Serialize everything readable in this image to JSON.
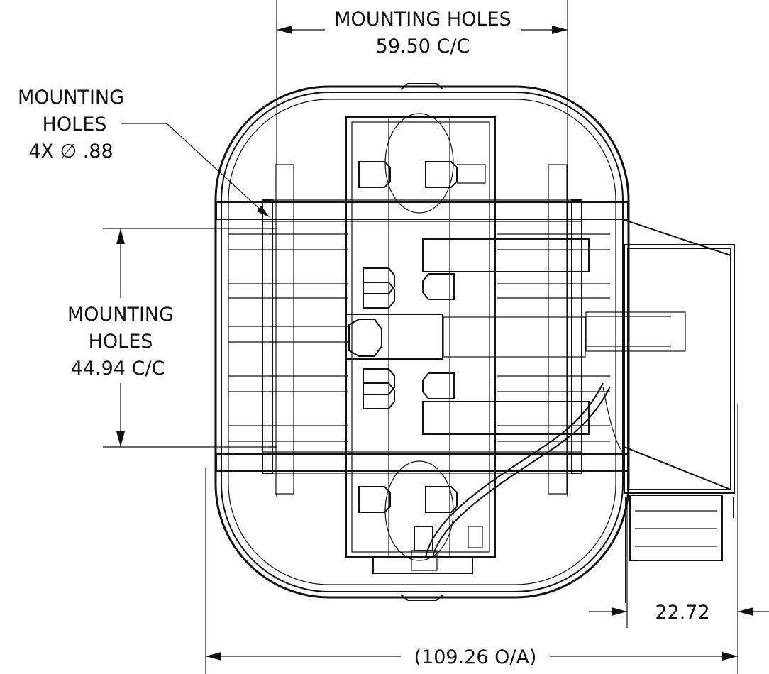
{
  "labels": {
    "mounting_holes_top_line1": "MOUNTING HOLES",
    "mounting_holes_top_line2": "59.50 C/C",
    "hole_callout_line1": "MOUNTING",
    "hole_callout_line2": "HOLES",
    "hole_callout_line3": "4X ∅ .88",
    "mounting_holes_side_line1": "MOUNTING",
    "mounting_holes_side_line2": "HOLES",
    "mounting_holes_side_line3": "44.94 C/C",
    "dim_platform": "22.72",
    "dim_overall": "(109.26 O/A)"
  },
  "colors": {
    "line": "#111111",
    "background": "#ffffff"
  }
}
